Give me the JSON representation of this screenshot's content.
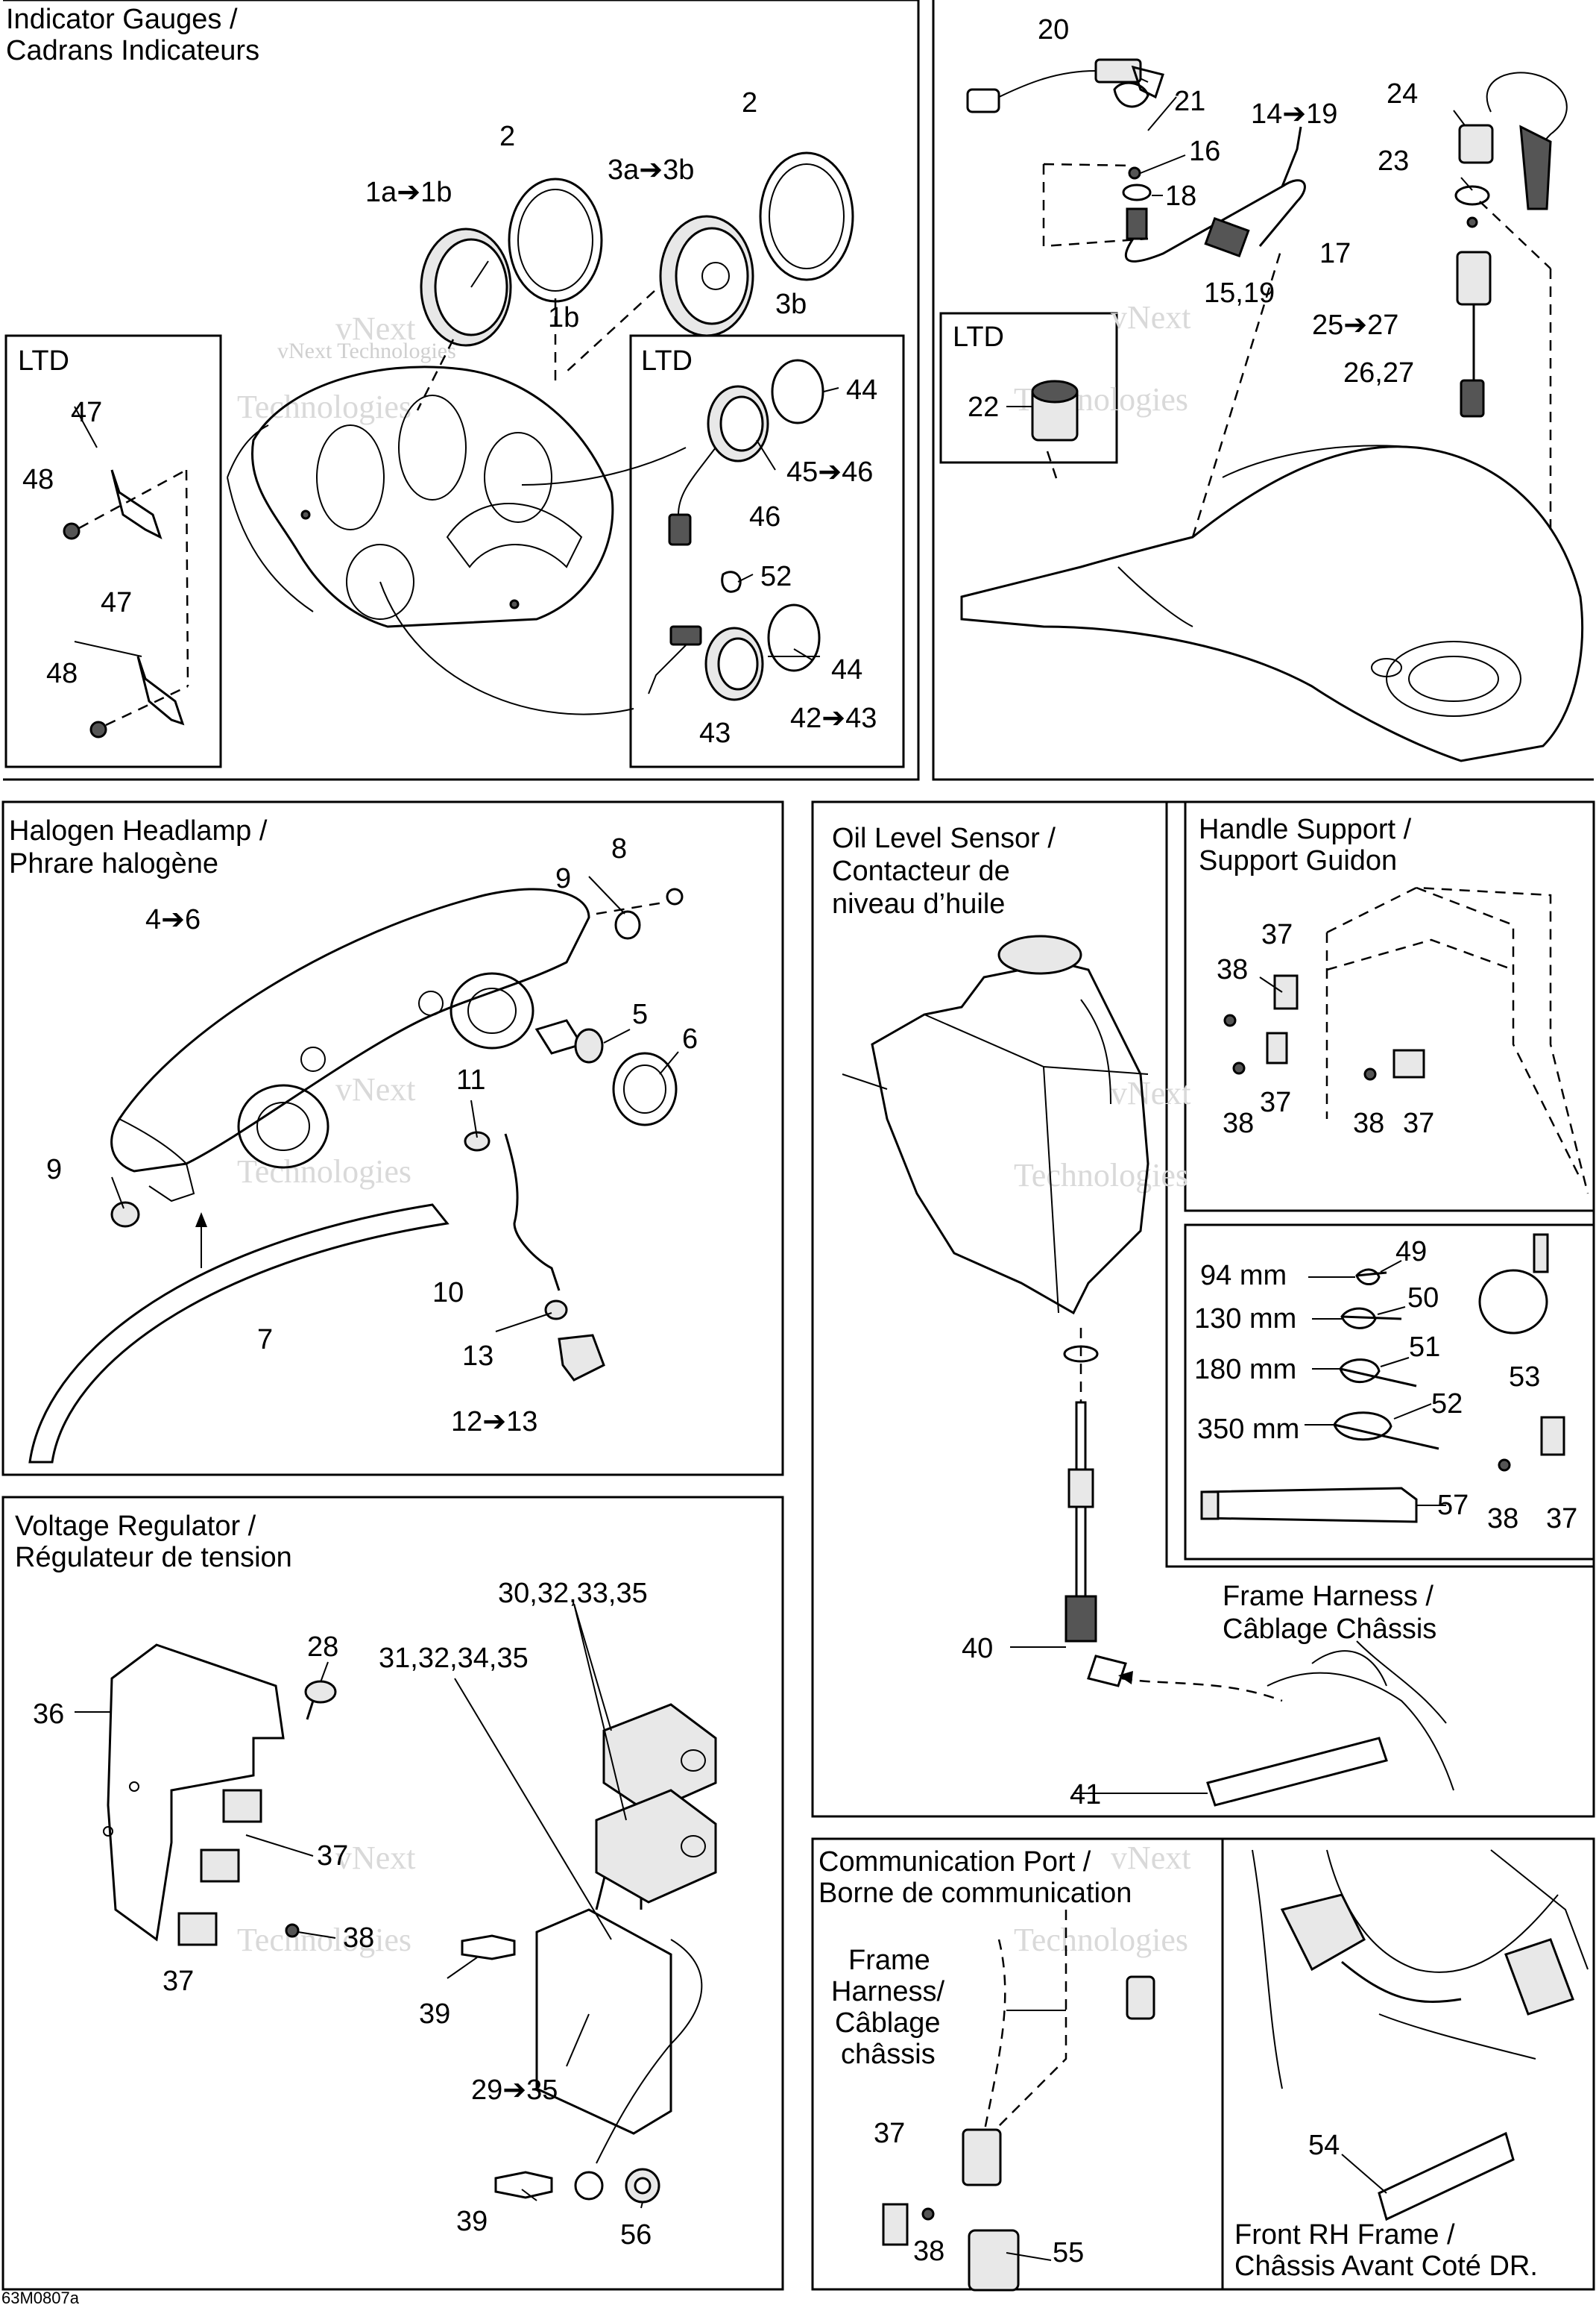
{
  "sections": {
    "gauges": {
      "title_line1": "Indicator Gauges /",
      "title_line2": "Cadrans Indicateurs"
    },
    "ltd_left": {
      "label": "LTD"
    },
    "ltd_center": {
      "label": "LTD"
    },
    "ltd_right": {
      "label": "LTD"
    },
    "headlamp": {
      "title_line1": "Halogen Headlamp /",
      "title_line2": "Phrare halogène"
    },
    "oil": {
      "title_line1": "Oil Level Sensor /",
      "title_line2": "Contacteur de",
      "title_line3": "niveau d’huile"
    },
    "handle": {
      "title_line1": "Handle Support /",
      "title_line2": "Support Guidon"
    },
    "regulator": {
      "title_line1": "Voltage Regulator /",
      "title_line2": "Régulateur de tension"
    },
    "frame_harness": {
      "title_line1": "Frame Harness /",
      "title_line2": "Câblage Châssis"
    },
    "comm": {
      "title_line1": "Communication Port /",
      "title_line2": "Borne de communication"
    },
    "comm_harness": {
      "line1": "Frame",
      "line2": "Harness/",
      "line3": "Câblage",
      "line4": "châssis"
    },
    "front_frame": {
      "title_line1": "Front RH Frame  /",
      "title_line2": "Châssis Avant Coté DR."
    }
  },
  "ties": {
    "t49": "94 mm",
    "t50": "130 mm",
    "t51": "180 mm",
    "t52": "350 mm"
  },
  "callouts": {
    "c_1a1b": "1a➔1b",
    "c_1b": "1b",
    "c_2a": "2",
    "c_2b": "2",
    "c_3a3b": "3a➔3b",
    "c_3b": "3b",
    "c_47a": "47",
    "c_48a": "48",
    "c_47b": "47",
    "c_48b": "48",
    "c_44a": "44",
    "c_4546": "45➔46",
    "c_46": "46",
    "c_52a": "52",
    "c_44b": "44",
    "c_4243": "42➔43",
    "c_43": "43",
    "c_20": "20",
    "c_21": "21",
    "c_16": "16",
    "c_18": "18",
    "c_1419": "14➔19",
    "c_17": "17",
    "c_1519": "15,19",
    "c_24": "24",
    "c_23": "23",
    "c_2527": "25➔27",
    "c_2627": "26,27",
    "c_22": "22",
    "c_8": "8",
    "c_9a": "9",
    "c_46h": "4➔6",
    "c_5": "5",
    "c_6": "6",
    "c_11": "11",
    "c_9b": "9",
    "c_10": "10",
    "c_7": "7",
    "c_13": "13",
    "c_1213": "12➔13",
    "c_37a": "37",
    "c_38a": "38",
    "c_37b": "37",
    "c_38b": "38",
    "c_38c": "38",
    "c_37c": "37",
    "c_49": "49",
    "c_50": "50",
    "c_51": "51",
    "c_52b": "52",
    "c_53": "53",
    "c_57": "57",
    "c_38d": "38",
    "c_37d": "37",
    "c_28": "28",
    "c_36": "36",
    "c_30": "30,32,33,35",
    "c_31": "31,32,34,35",
    "c_37e": "37",
    "c_38e": "38",
    "c_37f": "37",
    "c_39a": "39",
    "c_2935": "29➔35",
    "c_39b": "39",
    "c_56": "56",
    "c_40": "40",
    "c_41": "41",
    "c_37g": "37",
    "c_38g": "38",
    "c_55": "55",
    "c_54": "54"
  },
  "watermark": {
    "line1": "vNext",
    "line2": "vNext Technologies",
    "line3": "Technologies"
  },
  "footer": {
    "code": "63M0807a"
  }
}
